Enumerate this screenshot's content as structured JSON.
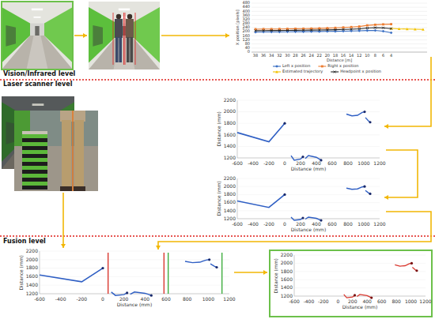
{
  "diagram": {
    "labels": [
      "Vision/Infrared level",
      "Laser scanner level",
      "Fusion level",
      "X position [pixels]",
      "480",
      "440",
      "400",
      "360",
      "320",
      "280",
      "240",
      "200",
      "160",
      "120",
      "80",
      "40",
      "0",
      "38",
      "36",
      "34",
      "32",
      "30",
      "28",
      "26",
      "24",
      "22",
      "20",
      "18",
      "16",
      "14",
      "12",
      "10",
      "8",
      "6",
      "4",
      "Distance [m]",
      "Distance (mm)",
      "2200",
      "2000",
      "1800",
      "1600",
      "1400",
      "1200",
      "-600",
      "-400",
      "-200",
      "0",
      "200",
      "400",
      "600",
      "800",
      "1000",
      "1200",
      "Distance (mm)",
      "Distance (mm)",
      "2200",
      "2000",
      "1800",
      "1600",
      "1400",
      "1200",
      "-600",
      "-400",
      "-200",
      "0",
      "200",
      "400",
      "600",
      "800",
      "1000",
      "1200",
      "Distance (mm)",
      "Distance (mm)",
      "2200",
      "2000",
      "1800",
      "1600",
      "1400",
      "1200",
      "-600",
      "-400",
      "-200",
      "0",
      "200",
      "400",
      "600",
      "800",
      "1000",
      "1200",
      "Distance (mm)",
      "Distance (mm)",
      "2200",
      "2000",
      "1800",
      "1600",
      "1400",
      "1200",
      "-600",
      "-400",
      "-200",
      "0",
      "200",
      "400",
      "600",
      "800",
      "1000",
      "1200",
      "Distance (mm)"
    ],
    "legend": [
      {
        "text": "Left x position"
      },
      {
        "text": "Right x position"
      },
      {
        "text": "Estimated trajectory"
      },
      {
        "text": "Headpoint x position"
      }
    ]
  }
}
